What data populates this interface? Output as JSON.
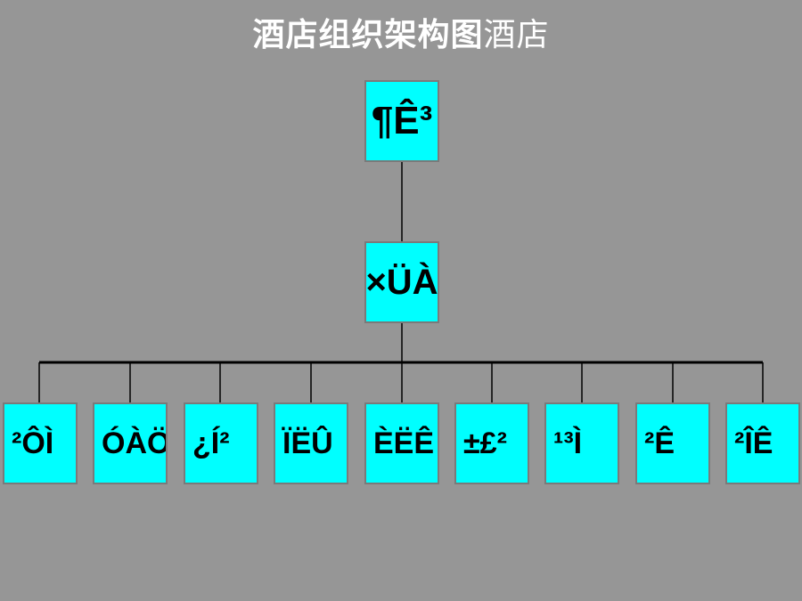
{
  "title": {
    "main": "酒店组织架构图",
    "suffix": "酒店"
  },
  "top": "¶Ê³",
  "mid": "×ÜÀ",
  "departments": [
    "²ÔÌ",
    "ÓÀÖ",
    "¿Í²",
    "ÏËÛ",
    "ÈËÊ",
    "±£²",
    "¹³Ì",
    "²Ê",
    "²ÎÊ"
  ]
}
